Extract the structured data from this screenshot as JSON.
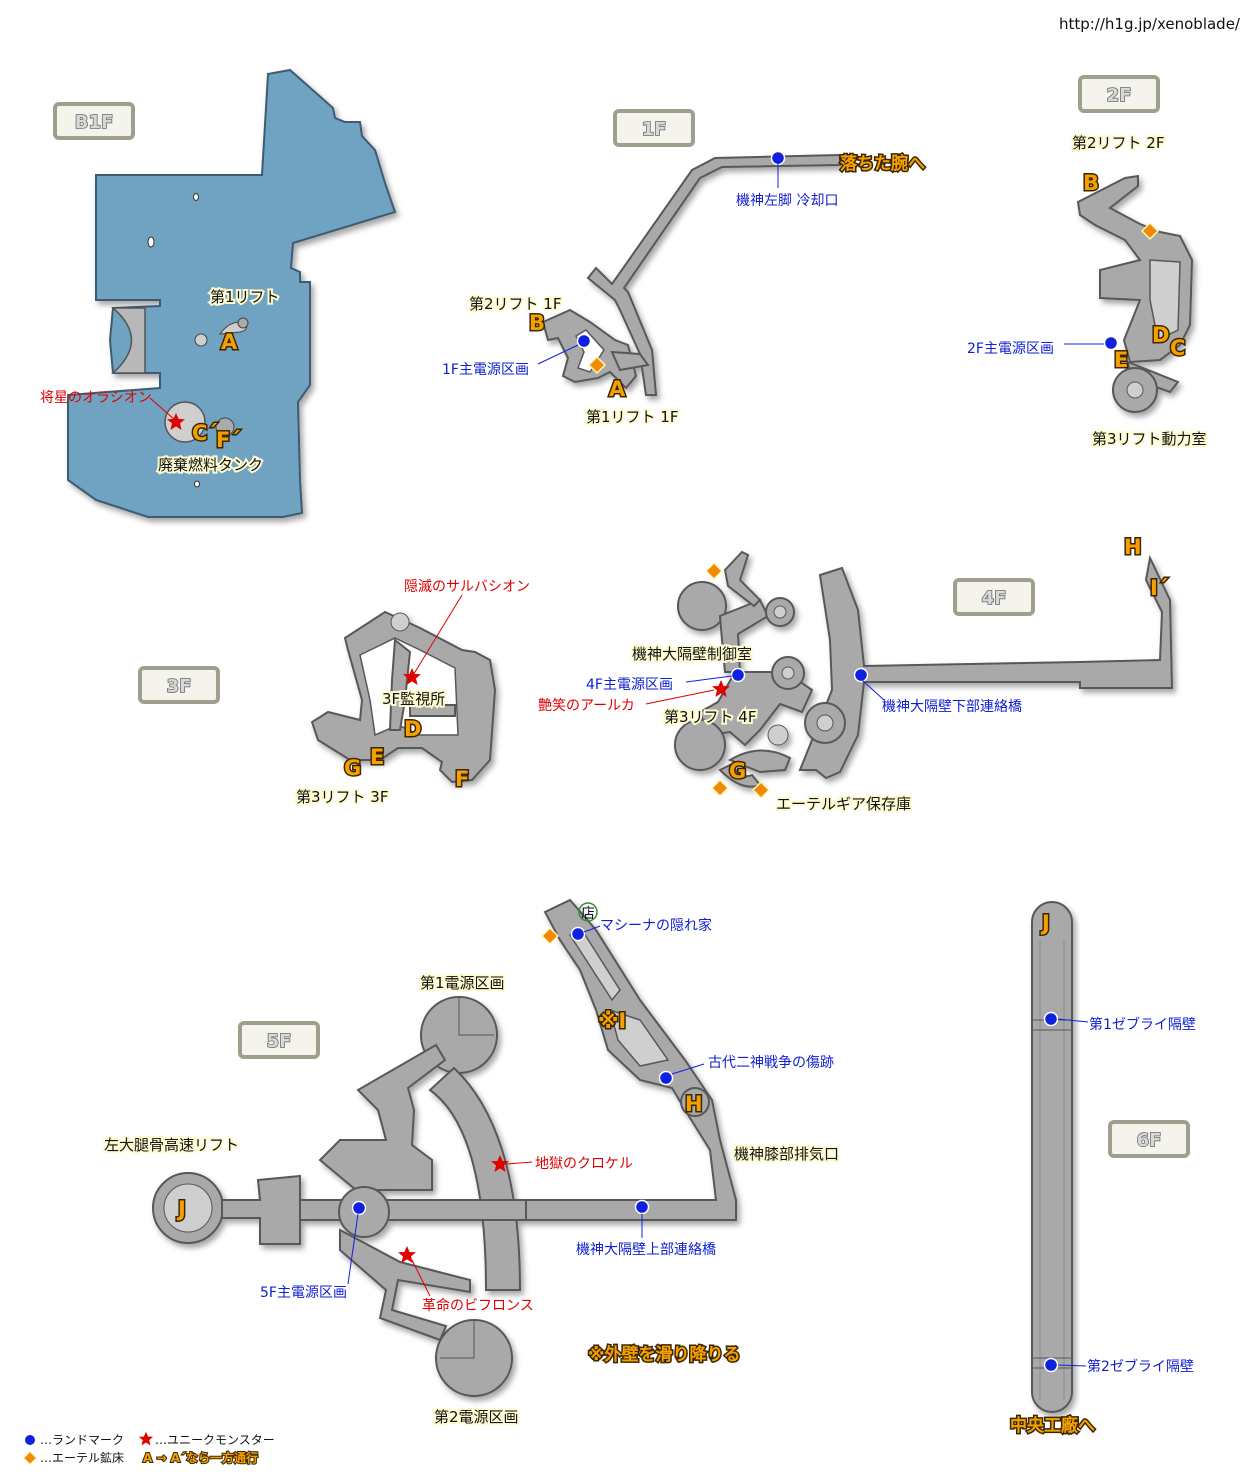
{
  "source_url": "http://h1g.jp/xenoblade/",
  "floors": {
    "b1f": "B1F",
    "f1": "1F",
    "f2": "2F",
    "f3": "3F",
    "f4": "4F",
    "f5": "5F",
    "f6": "6F"
  },
  "labels": {
    "b1f_lift1": "第1リフト",
    "b1f_tank": "廃棄燃料タンク",
    "f1_lift2": "第2リフト 1F",
    "f1_lift1": "第1リフト 1F",
    "f2_lift2": "第2リフト 2F",
    "f2_lift3room": "第3リフト動力室",
    "f3_lift3": "第3リフト 3F",
    "f3_monitor": "3F監視所",
    "f4_control": "機神大隔壁制御室",
    "f4_lift3": "第3リフト 4F",
    "f4_ether": "エーテルギア保存庫",
    "f5_power1": "第1電源区画",
    "f5_power2": "第2電源区画",
    "f5_left_lift": "左大腿骨高速リフト",
    "f5_vent": "機神膝部排気口"
  },
  "landmarks": {
    "f1_cooling": "機神左脚 冷却口",
    "f1_power": "1F主電源区画",
    "f2_power": "2F主電源区画",
    "f4_power": "4F主電源区画",
    "f4_bridge_low": "機神大隔壁下部連絡橋",
    "f5_hideout": "マシーナの隠れ家",
    "f5_scar": "古代二神戦争の傷跡",
    "f5_bridge_up": "機神大隔壁上部連絡橋",
    "f5_power": "5F主電源区画",
    "f6_zeb1": "第1ゼブライ隔壁",
    "f6_zeb2": "第2ゼブライ隔壁"
  },
  "uniques": {
    "b1f": "将星のオラシオン",
    "f3": "隠滅のサルバシオン",
    "f4": "艶笑のアールカ",
    "f5a": "地獄のクロケル",
    "f5b": "革命のビフロンス"
  },
  "exits": {
    "f1": "落ちた腕へ",
    "f6": "中央工廠へ",
    "f5_note": "※外壁を滑り降りる"
  },
  "shop": "店",
  "markers": {
    "A": "A",
    "B": "B",
    "C": "C",
    "C2": "C´",
    "D": "D",
    "E": "E",
    "F": "F",
    "F2": "F´",
    "G": "G",
    "H": "H",
    "I": "※I",
    "I2": "I´",
    "J": "J"
  },
  "legend": {
    "landmark": "…ランドマーク",
    "unique": "…ユニークモンスター",
    "ether": "…エーテル鉱床",
    "oneway_key": "A → A´",
    "oneway_text": "なら一方通行"
  },
  "colors": {
    "water": "#6fa3c2",
    "floor": "#a9a9a9",
    "landmark": "#1020e0",
    "unique": "#e00000",
    "ether": "#f08a00",
    "letter": "#f5a000"
  }
}
